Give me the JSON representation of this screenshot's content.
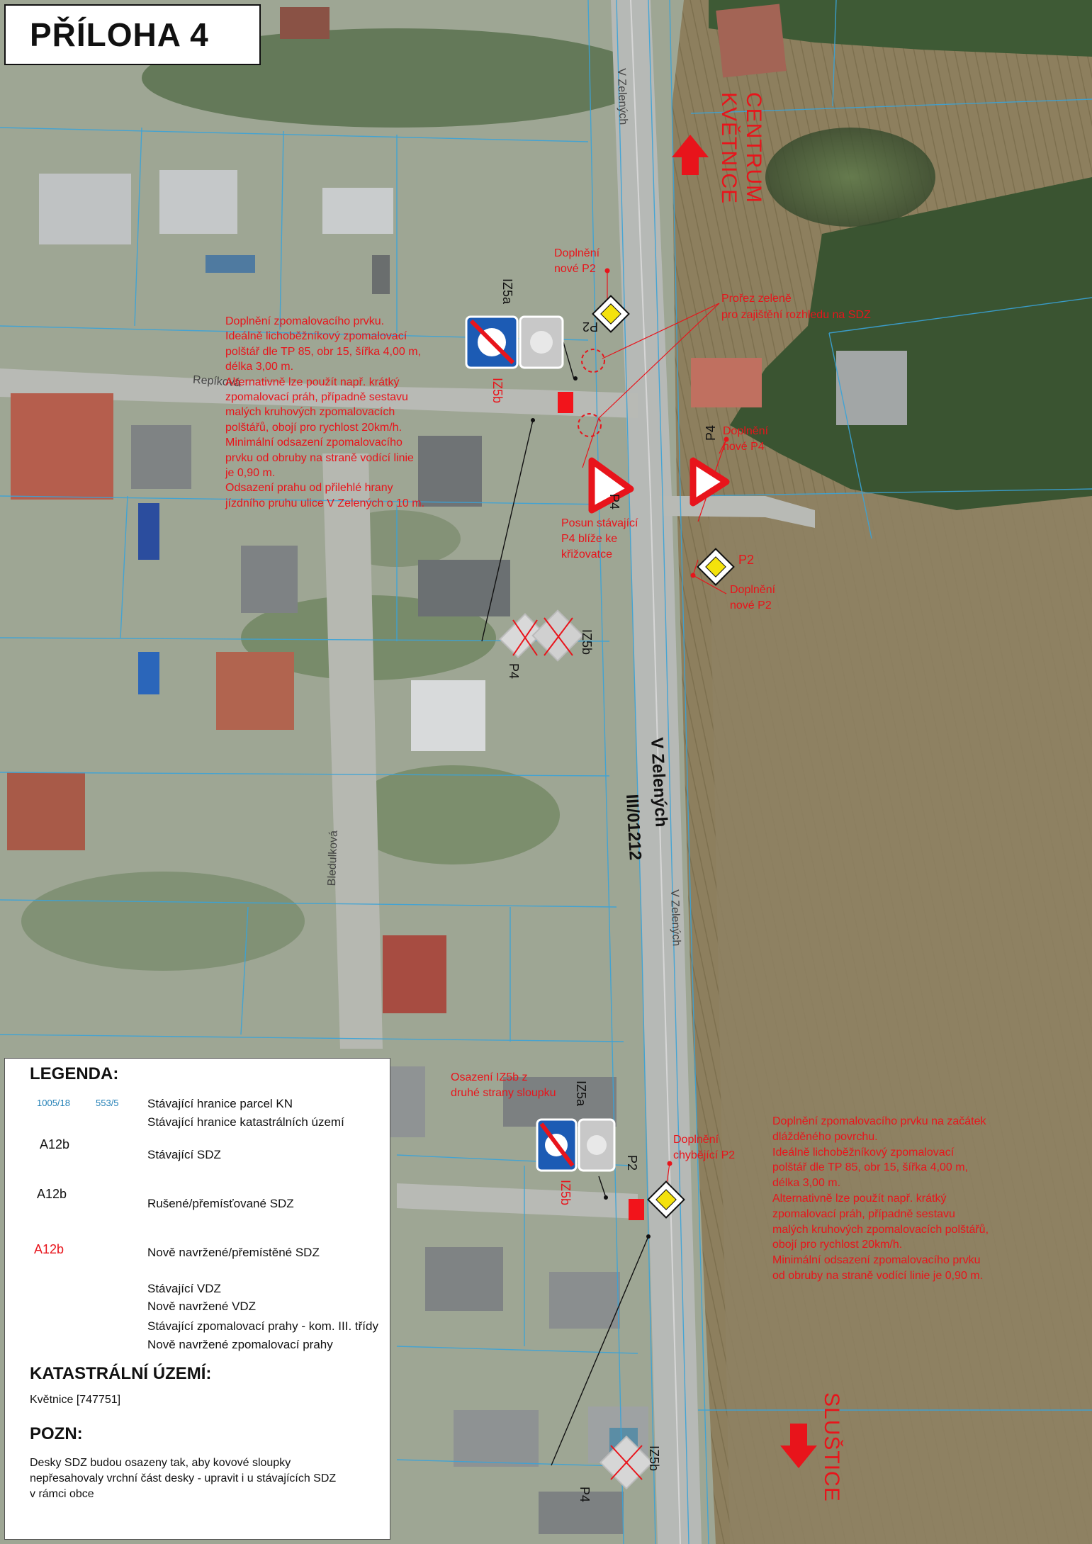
{
  "title": "PŘÍLOHA 4",
  "colors": {
    "annotation_red": "#e8141b",
    "parcel_blue": "#3aa3d8",
    "field": "#8b7d5c",
    "forest": "#3f5a34",
    "residential": "#9aa391",
    "road": "#b9bcb9"
  },
  "streets": {
    "main_route_number": "III/01212",
    "main_route_name": "V Zelených",
    "label_top": "V Zelených",
    "label_mid": "V Zelených",
    "repikova": "Repíková",
    "bledulkova": "Bledulková"
  },
  "direction_north": {
    "line1": "CENTRUM",
    "line2": "KVĚTNICE",
    "icon": "arrow-up-icon"
  },
  "direction_south": {
    "text": "SLUŠTICE",
    "icon": "arrow-down-icon"
  },
  "sign_codes": {
    "iz5a": "IZ5a",
    "iz5b": "IZ5b",
    "p2": "P2",
    "p4": "P4",
    "a12b": "A12b"
  },
  "annotations": {
    "doplneni_p2_top": "Doplnění\nnové P2",
    "prorez": "Prořez zeleně\npro zajištění rozhledu na SDZ",
    "zpomalovaci_top": "Doplnění zpomalovacího prvku.\nIdeálně lichoběžníkový zpomalovací\npolštář dle TP 85, obr 15, šířka 4,00 m,\ndélka 3,00 m.\nAlternativně lze použít např. krátký\nzpomalovací práh, případně sestavu\nmalých kruhových zpomalovacích\npolštářů, obojí pro rychlost 20km/h.\nMinimální odsazení zpomalovacího\nprvku od obruby na straně vodící linie\nje 0,90 m.\nOdsazení prahu od přilehlé hrany\njízdního pruhu ulice V Zelených o 10 m.",
    "doplneni_p4": "Doplnění\nnové P4",
    "posun_p4": "Posun stávající\nP4 blíže ke\nkřižovatce",
    "doplneni_p2_mid": "Doplnění\nnové P2",
    "osazeni_iz5b": "Osazení IZ5b z\ndruhé strany sloupku",
    "doplneni_chybejici_p2": "Doplnění\nchybějící P2",
    "zpomalovaci_bottom": "Doplnění zpomalovacího prvku na začátek\ndlážděného povrchu.\nIdeálně lichoběžníkový zpomalovací\npolštář dle TP 85, obr 15, šířka 4,00 m,\ndélka 3,00 m.\nAlternativně lze použít např. krátký\nzpomalovací práh, případně sestavu\nmalých kruhových zpomalovacích polštářů,\nobojí pro rychlost 20km/h.\nMinimální odsazení zpomalovacího prvku\nod obruby na straně vodící linie je 0,90 m."
  },
  "legend": {
    "heading": "LEGENDA:",
    "parcel_sample_1": "1005/18",
    "parcel_sample_2": "553/5",
    "items": [
      "Stávající hranice parcel KN",
      "Stávající hranice katastrálních území",
      "Stávající SDZ",
      "Rušené/přemísťované SDZ",
      "Nově navržené/přemístěné SDZ",
      "Stávající VDZ",
      "Nově navržené VDZ",
      "Stávající zpomalovací prahy - kom. III. třídy",
      "Nově navržené zpomalovací prahy"
    ],
    "line_colors": [
      "#9a9a9a",
      "#1fb6ee",
      "#ee1ee3",
      "#f2141b"
    ],
    "kat_heading": "KATASTRÁLNÍ ÚZEMÍ:",
    "kat_value": "Květnice [747751]",
    "pozn_heading": "POZN:",
    "pozn_text": "Desky SDZ budou osazeny tak, aby kovové sloupky\nnepřesahovaly vrchní část desky - upravit i u stávajících SDZ\nv rámci obce"
  }
}
